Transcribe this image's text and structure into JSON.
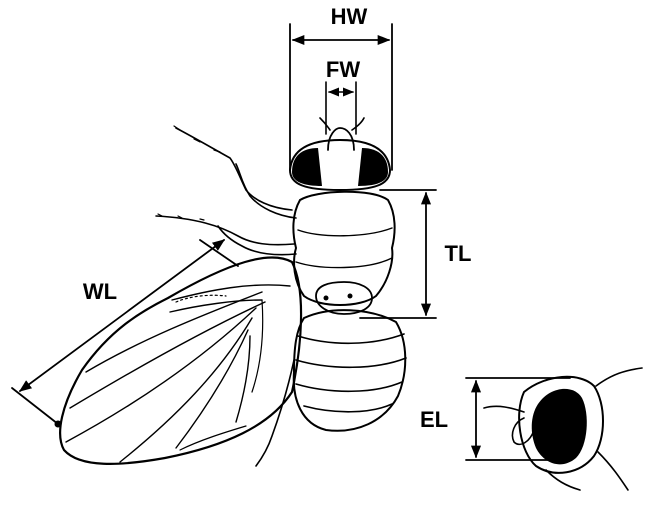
{
  "labels": {
    "hw": "HW",
    "fw": "FW",
    "tl": "TL",
    "wl": "WL",
    "el": "EL"
  },
  "colors": {
    "ink": "#000000",
    "paper": "#ffffff"
  }
}
